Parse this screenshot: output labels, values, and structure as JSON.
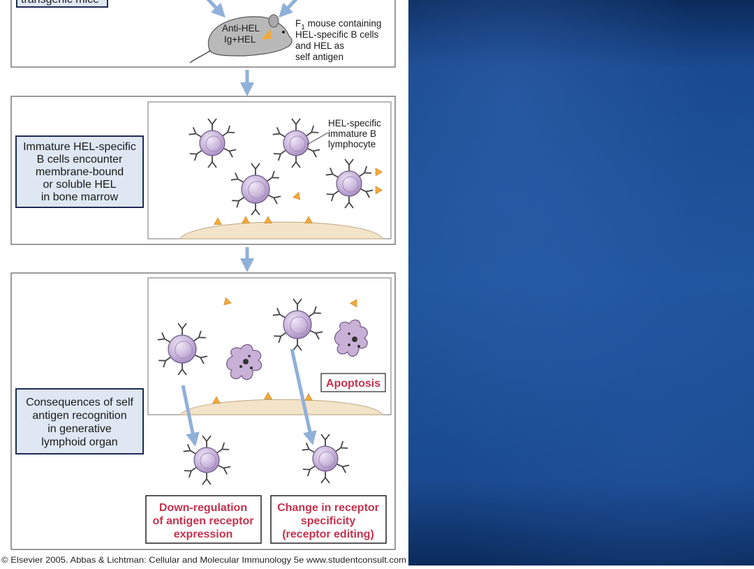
{
  "top_label": "transgenic mice",
  "mouse": {
    "body_label_line1": "Anti-HEL",
    "body_label_line2": "Ig+HEL",
    "desc_line1_pre": "F",
    "desc_line1_sub": "1",
    "desc_line1_post": " mouse containing",
    "desc_line2": "HEL-specific B cells",
    "desc_line3": "and HEL as",
    "desc_line4": "self antigen"
  },
  "panel2": {
    "box_lines": [
      "Immature HEL-specific",
      "B cells encounter",
      "membrane-bound",
      "or soluble HEL",
      "in bone marrow"
    ],
    "callout_lines": [
      "HEL-specific",
      "immature B",
      "lymphocyte"
    ]
  },
  "panel3": {
    "box_lines": [
      "Consequences of self",
      "antigen recognition",
      "in generative",
      "lymphoid organ"
    ],
    "apoptosis_label": "Apoptosis",
    "outcome_left_lines": [
      "Down-regulation",
      "of antigen receptor",
      "expression"
    ],
    "outcome_right_lines": [
      "Change in receptor",
      "specificity",
      "(receptor editing)"
    ]
  },
  "caption": "© Elsevier 2005. Abbas & Lichtman: Cellular and Molecular Immunology 5e www.studentconsult.com",
  "colors": {
    "box_fill": "#dfe7f3",
    "cell_fill": "#c9b6da",
    "antigen": "#f2a93b",
    "arrow": "#8fb0d8",
    "red_text": "#c6324e",
    "background_panel": "#1e559c"
  }
}
